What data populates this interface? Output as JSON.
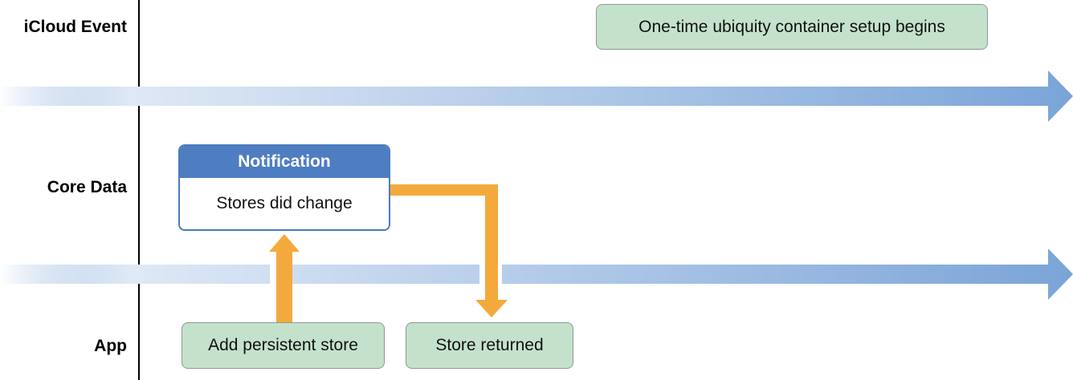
{
  "lanes": {
    "icloud": "iCloud Event",
    "core_data": "Core Data",
    "app": "App"
  },
  "events": {
    "ubiquity_setup": "One-time ubiquity container setup begins",
    "add_store": "Add persistent store",
    "store_returned": "Store returned"
  },
  "notification": {
    "header": "Notification",
    "body": "Stores did change"
  },
  "colors": {
    "timeline_blue": "#7aa4d8",
    "arrow_orange": "#f4a93c",
    "event_green": "#c4e2cb",
    "notification_header": "#4e7dc2"
  }
}
